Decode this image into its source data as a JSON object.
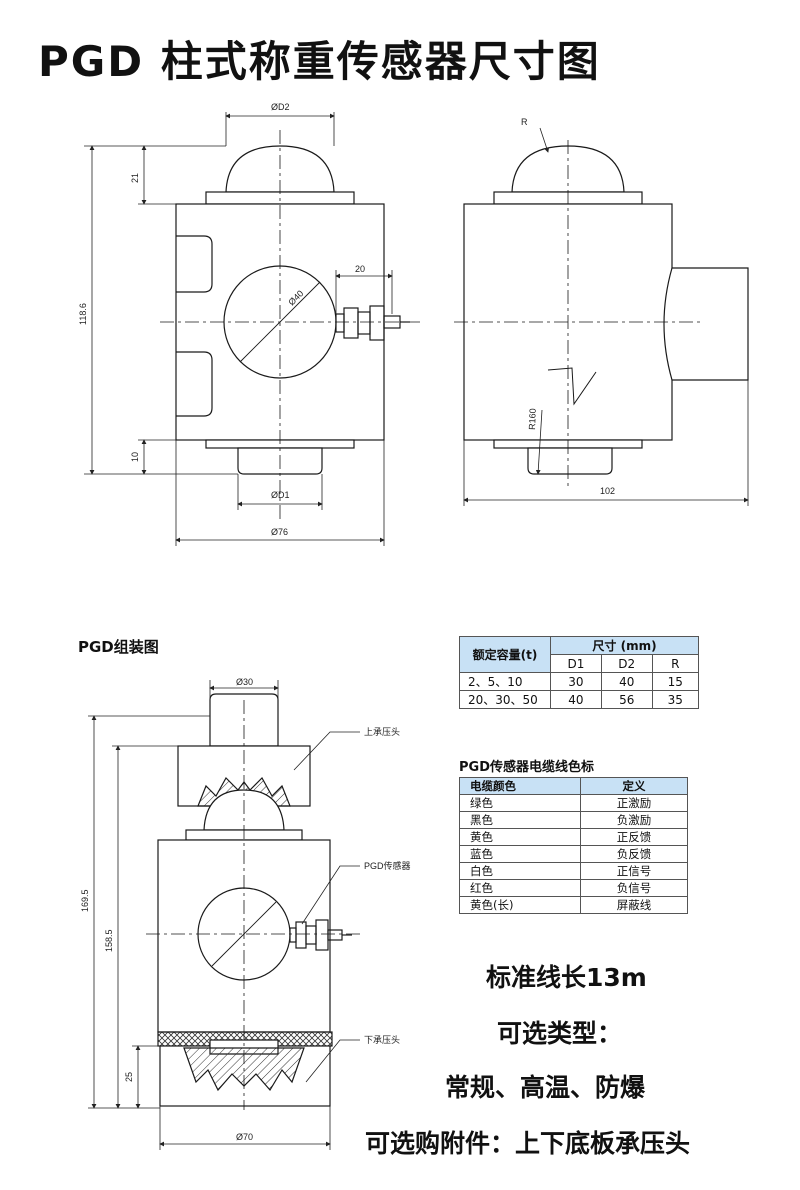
{
  "title": "PGD 柱式称重传感器尺寸图",
  "dimension_drawing": {
    "front_view": {
      "labels": {
        "d2": "ØD2",
        "h_top": "21",
        "h_total": "118.6",
        "dia_hole": "Ø40",
        "conn_offset": "20",
        "h_bottom": "10",
        "d1": "ØD1",
        "body_dia": "Ø76"
      }
    },
    "side_view": {
      "labels": {
        "radius": "R",
        "r160": "R160",
        "width": "102"
      }
    }
  },
  "assembly": {
    "title": "PGD组装图",
    "labels": {
      "top_dia": "Ø30",
      "h_total": "169.5",
      "h_mid": "158.5",
      "h_bottom": "25",
      "base_dia": "Ø70"
    },
    "callouts": {
      "upper": "上承压头",
      "sensor": "PGD传感器",
      "lower": "下承压头"
    }
  },
  "capacity_table": {
    "headers": {
      "capacity": "额定容量(t)",
      "size": "尺寸 (mm)"
    },
    "sub_headers": [
      "D1",
      "D2",
      "R"
    ],
    "rows": [
      {
        "capacity": "2、5、10",
        "d1": "30",
        "d2": "40",
        "r": "15"
      },
      {
        "capacity": "20、30、50",
        "d1": "40",
        "d2": "56",
        "r": "35"
      }
    ]
  },
  "cable_table": {
    "title": "PGD传感器电缆线色标",
    "headers": {
      "color": "电缆颜色",
      "definition": "定义"
    },
    "rows": [
      {
        "color": "绿色",
        "definition": "正激励"
      },
      {
        "color": "黑色",
        "definition": "负激励"
      },
      {
        "color": "黄色",
        "definition": "正反馈"
      },
      {
        "color": "蓝色",
        "definition": "负反馈"
      },
      {
        "color": "白色",
        "definition": "正信号"
      },
      {
        "color": "红色",
        "definition": "负信号"
      },
      {
        "color": "黄色(长)",
        "definition": "屏蔽线"
      }
    ]
  },
  "promo": {
    "standard_cable": "标准线长13m",
    "options_label": "可选类型：",
    "options_value": "常规、高温、防爆",
    "accessories": "可选购附件：上下底板承压头"
  },
  "colors": {
    "table_header_bg": "#c8e1f5",
    "line": "#1a1a1a"
  }
}
